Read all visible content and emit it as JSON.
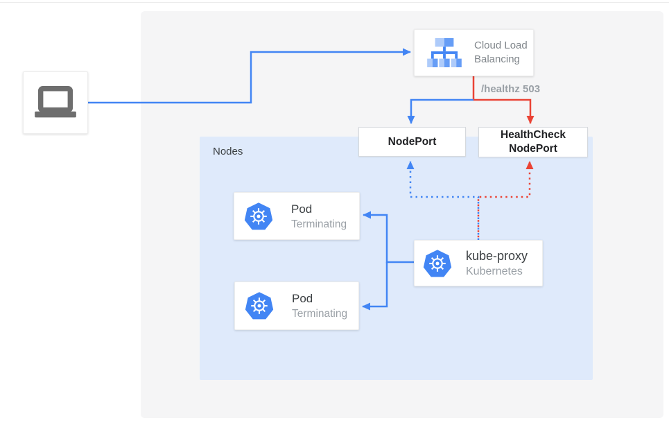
{
  "title": "Cloud Load Balancing health check to Kubernetes nodes diagram",
  "colors": {
    "blue": "#4285f4",
    "red": "#ea4335",
    "panel_light_blue": "#dfeafb",
    "canvas_gray": "#f5f5f6",
    "k8s_icon_blue": "#4285f4",
    "laptop_icon_gray": "#6e6e6e",
    "muted_text": "#9aa0a6"
  },
  "client": {
    "icon": "laptop"
  },
  "cloud_lb": {
    "line1": "Cloud Load",
    "line2": "Balancing"
  },
  "edge_label_healthz": "/healthz 503",
  "nodeport": {
    "label": "NodePort"
  },
  "healthcheck_nodeport": {
    "line1": "HealthCheck",
    "line2": "NodePort"
  },
  "nodes_panel": {
    "label": "Nodes"
  },
  "pods": [
    {
      "title": "Pod",
      "status": "Terminating"
    },
    {
      "title": "Pod",
      "status": "Terminating"
    }
  ],
  "kube_proxy": {
    "title": "kube-proxy",
    "subtitle": "Kubernetes"
  },
  "edges": [
    {
      "from": "client",
      "to": "cloud-load-balancing",
      "style": "solid",
      "color": "blue"
    },
    {
      "from": "cloud-load-balancing",
      "to": "nodeport",
      "style": "solid",
      "color": "blue"
    },
    {
      "from": "cloud-load-balancing",
      "to": "healthcheck-nodeport",
      "style": "solid",
      "color": "red",
      "label": "/healthz 503"
    },
    {
      "from": "kube-proxy",
      "to": "nodeport",
      "style": "dotted",
      "color": "blue"
    },
    {
      "from": "kube-proxy",
      "to": "healthcheck-nodeport",
      "style": "dotted",
      "color": "red"
    },
    {
      "from": "kube-proxy",
      "to": "pod-1",
      "style": "solid",
      "color": "blue"
    },
    {
      "from": "kube-proxy",
      "to": "pod-2",
      "style": "solid",
      "color": "blue"
    }
  ]
}
